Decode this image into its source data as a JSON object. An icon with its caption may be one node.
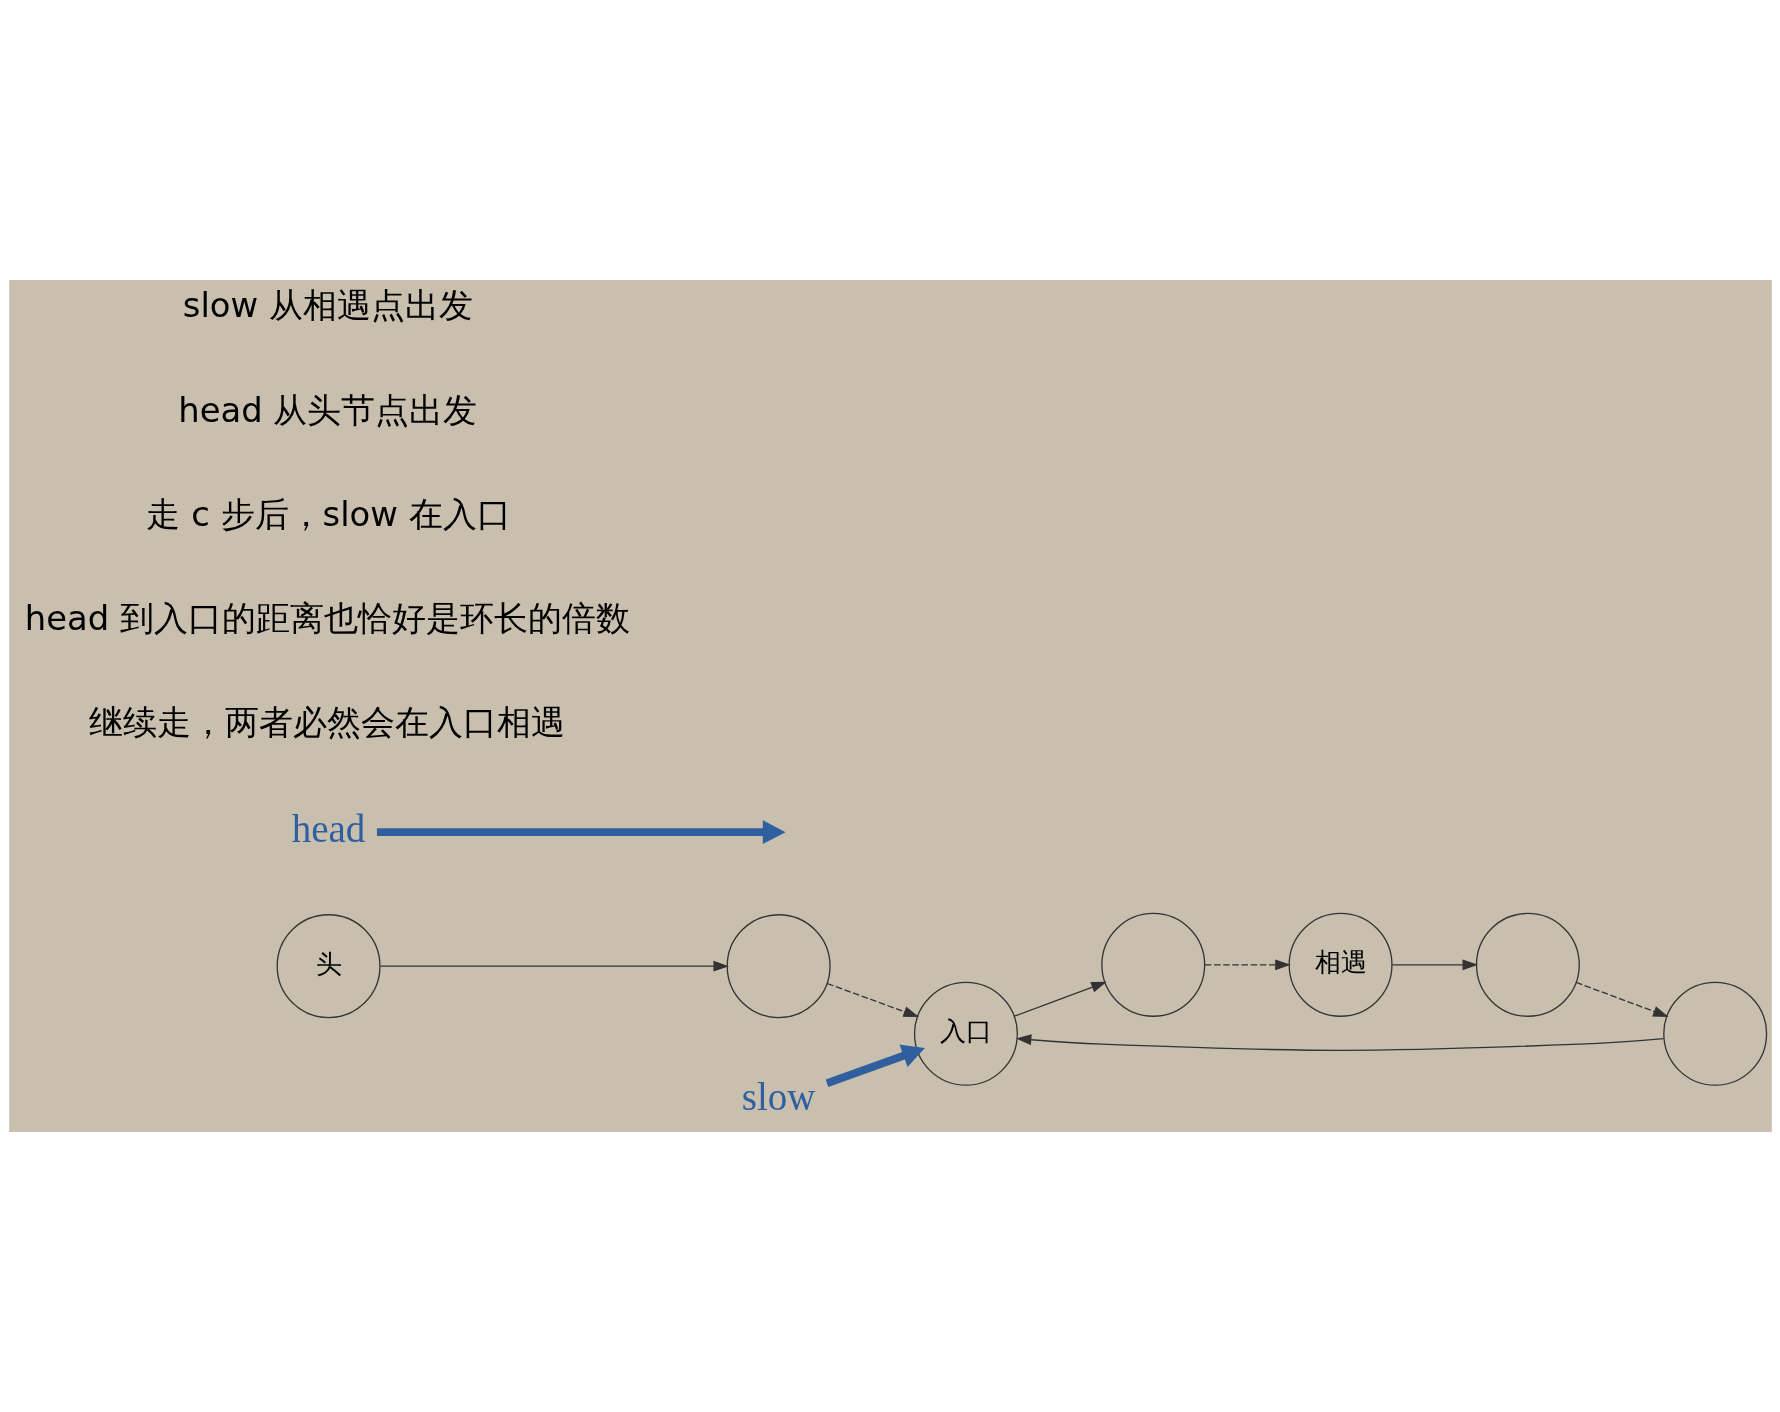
{
  "diagram": {
    "nodes": [
      {
        "text": [
          "头"
        ]
      },
      {
        "text": [],
        "shape": "circle"
      },
      {
        "text": [
          "入口"
        ]
      },
      {
        "text": [],
        "shape": "circle"
      },
      {
        "text": [
          "相遇"
        ]
      },
      {
        "text": [],
        "shape": "circle"
      },
      {
        "text": [],
        "shape": "circle"
      },
      {
        "text": [
          "head"
        ]
      },
      {
        "text": [
          "slow"
        ]
      }
    ],
    "edges": [
      {
        "from": 0,
        "to": 1,
        "arrow": "to"
      },
      {
        "from": 1,
        "to": 2,
        "arrow": "to",
        "style": "dashed"
      },
      {
        "from": 2,
        "to": 3,
        "arrow": "to"
      },
      {
        "from": 3,
        "to": 4,
        "arrow": "to",
        "style": "dashed"
      },
      {
        "from": 4,
        "to": 5,
        "arrow": "to"
      },
      {
        "from": 5,
        "to": 6,
        "arrow": "to",
        "style": "dashed"
      },
      {
        "from": 6,
        "to": 2,
        "arrow": "to"
      },
      {
        "from": 7,
        "to": null,
        "arrow": "to",
        "style": "thick",
        "color": "#2f5f9e"
      },
      {
        "from": 8,
        "to": 2,
        "arrow": "to",
        "style": "thick",
        "color": "#2f5f9e"
      }
    ],
    "labels": [
      "slow 从相遇点出发",
      "head 从头节点出发",
      "走 c 步后，slow 在入口",
      "head 到入口的距离也恰好是环长的倍数",
      "继续走，两者必然会在入口相遇"
    ]
  }
}
